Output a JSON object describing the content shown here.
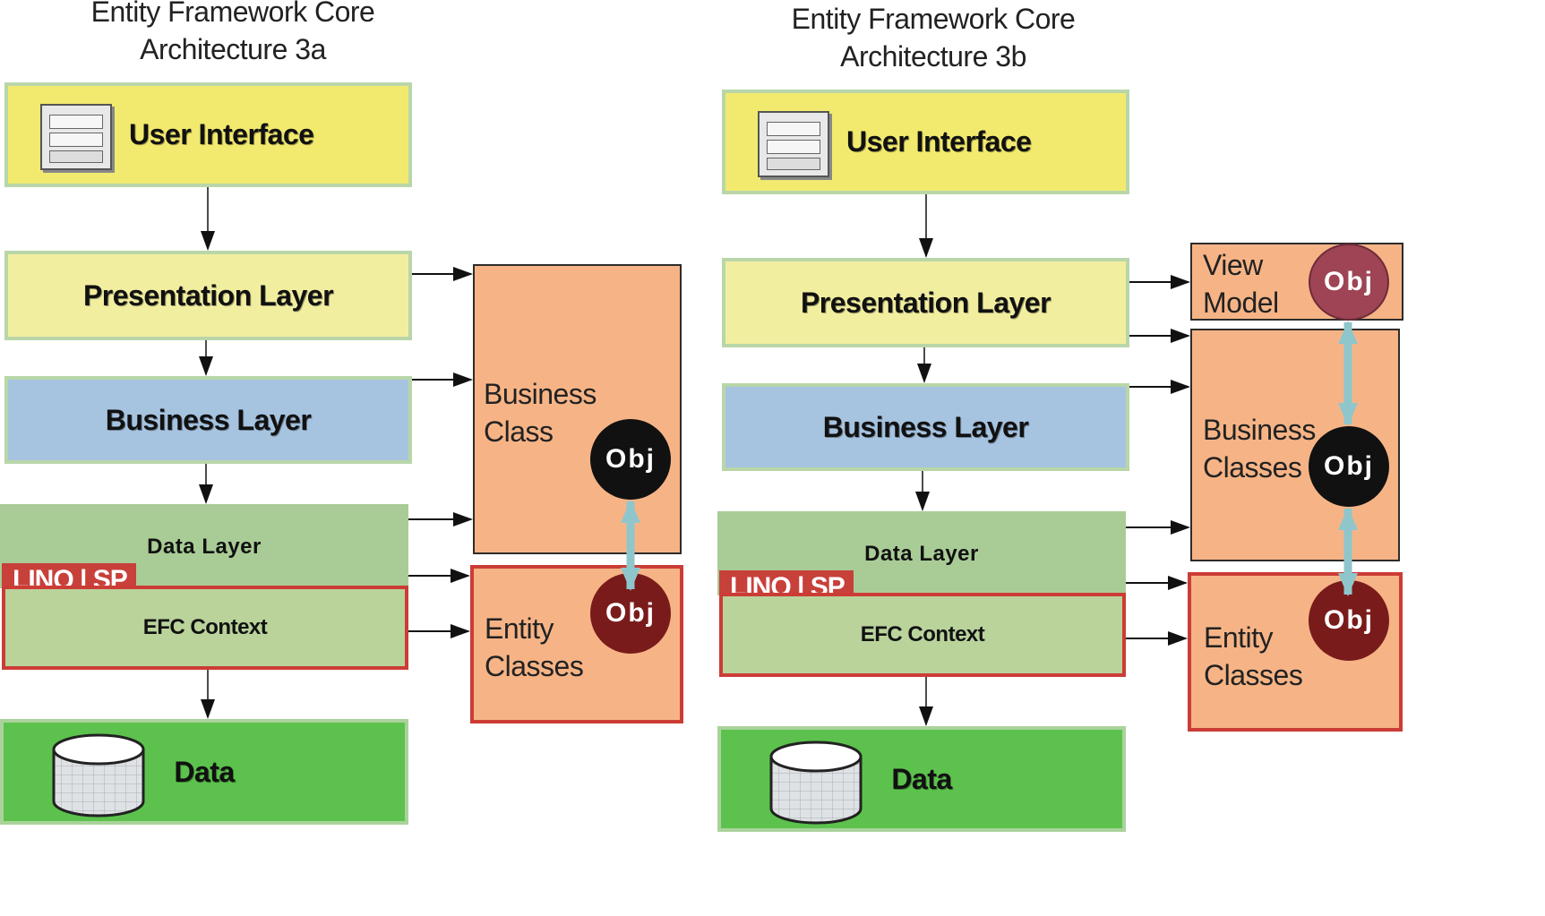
{
  "left": {
    "title_line1": "Entity Framework Core",
    "title_line2": "Architecture 3a",
    "ui_label": "User Interface",
    "presentation_label": "Presentation Layer",
    "business_label": "Business Layer",
    "data_layer_label": "Data Layer",
    "linq_label": "LINQ | SP",
    "context_label": "EFC Context",
    "data_label": "Data",
    "business_class_line1": "Business",
    "business_class_line2": "Class",
    "entity_line1": "Entity",
    "entity_line2": "Classes",
    "obj_label": "Obj"
  },
  "right": {
    "title_line1": "Entity Framework Core",
    "title_line2": "Architecture 3b",
    "ui_label": "User Interface",
    "presentation_label": "Presentation Layer",
    "business_label": "Business Layer",
    "data_layer_label": "Data Layer",
    "linq_label": "LINQ | SP",
    "context_label": "EFC Context",
    "data_label": "Data",
    "view_model_line1": "View",
    "view_model_line2": "Model",
    "business_classes_line1": "Business",
    "business_classes_line2": "Classes",
    "entity_line1": "Entity",
    "entity_line2": "Classes",
    "obj_label": "Obj"
  },
  "colors": {
    "ui_yellow": "#f2ea6e",
    "presentation_yellow": "#f2eea0",
    "business_blue": "#a6c3e0",
    "data_layer_green": "#a9cc96",
    "data_green": "#5cc24d",
    "class_orange": "#f6b486",
    "accent_red": "#cc3c36",
    "connector_teal": "#8fc6cc"
  },
  "icons": [
    "window-icon",
    "database-icon",
    "arrow-icon"
  ]
}
